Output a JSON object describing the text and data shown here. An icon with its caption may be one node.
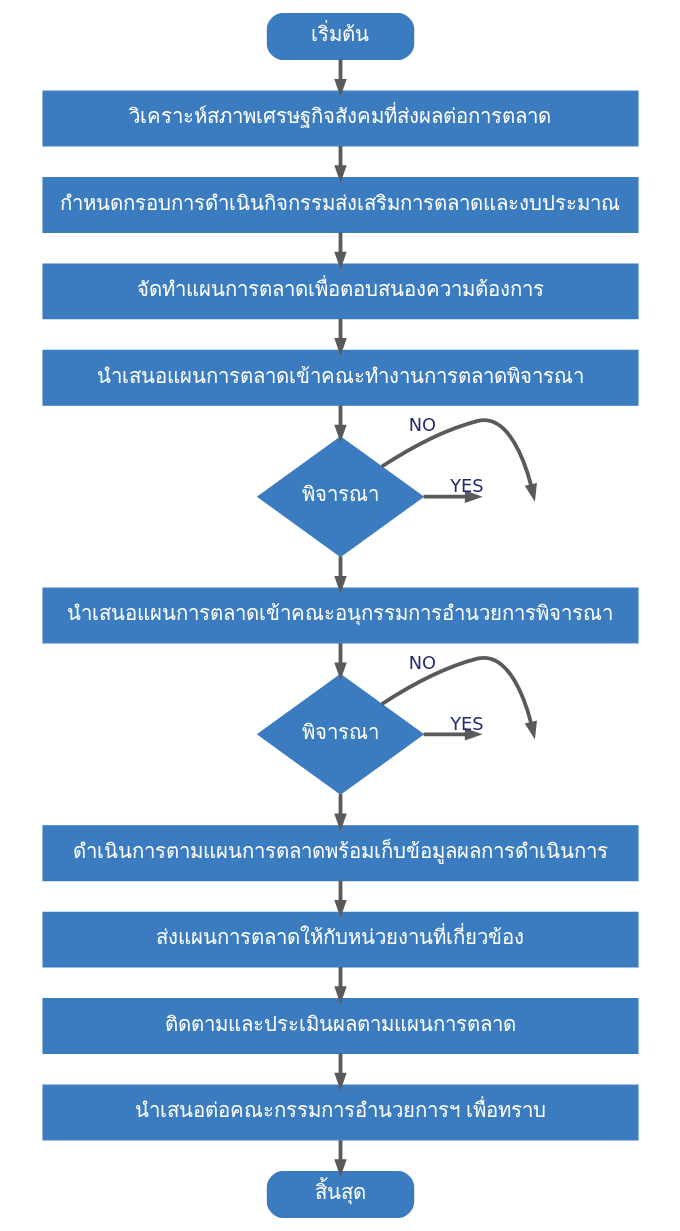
{
  "diagram": {
    "nodes": [
      {
        "text": [
          "เริ่มต้น"
        ]
      },
      {
        "text": [
          "วิเคราะห์สภาพเศรษฐกิจสังคมที่ส่งผลต่อการตลาด"
        ]
      },
      {
        "text": [
          "กำหนดกรอบการดำเนินกิจกรรมส่งเสริมการตลาดและงบประมาณ"
        ]
      },
      {
        "text": [
          "จัดทำแผนการตลาดเพื่อตอบสนองความต้องการ"
        ]
      },
      {
        "text": [
          "นำเสนอแผนการตลาดเข้าคณะทำงานการตลาดพิจารณา"
        ]
      },
      {
        "text": [
          "พิจารณา"
        ]
      },
      {
        "text": [
          "นำเสนอแผนการตลาดเข้าคณะอนุกรรมการอำนวยการพิจารณา"
        ]
      },
      {
        "text": [
          "พิจารณา"
        ]
      },
      {
        "text": [
          "ดำเนินการตามแผนการตลาดพร้อมเก็บข้อมูลผลการดำเนินการ"
        ]
      },
      {
        "text": [
          "ส่งแผนการตลาดให้กับหน่วยงานที่เกี่ยวข้อง"
        ]
      },
      {
        "text": [
          "ติดตามและประเมินผลตามแผนการตลาด"
        ]
      },
      {
        "text": [
          "นำเสนอต่อคณะกรรมการอำนวยการฯ เพื่อทราบ"
        ]
      },
      {
        "text": [
          "สิ้นสุด"
        ]
      }
    ],
    "edges": [
      {
        "from": 0,
        "to": 1,
        "arrow": "to"
      },
      {
        "from": 1,
        "to": 2,
        "arrow": "to"
      },
      {
        "from": 2,
        "to": 3,
        "arrow": "to"
      },
      {
        "from": 3,
        "to": 4,
        "arrow": "to"
      },
      {
        "from": 4,
        "to": 5,
        "arrow": "to"
      },
      {
        "from": 5,
        "to": null,
        "arrow": "to",
        "label": "NO"
      },
      {
        "from": 5,
        "to": null,
        "arrow": "to",
        "label": "YES"
      },
      {
        "from": 5,
        "to": 6,
        "arrow": "to"
      },
      {
        "from": 6,
        "to": 7,
        "arrow": "to"
      },
      {
        "from": 7,
        "to": null,
        "arrow": "to",
        "label": "NO"
      },
      {
        "from": 7,
        "to": null,
        "arrow": "to",
        "label": "YES"
      },
      {
        "from": 7,
        "to": 8,
        "arrow": "to"
      },
      {
        "from": 8,
        "to": 9,
        "arrow": "to"
      },
      {
        "from": 9,
        "to": 10,
        "arrow": "to"
      },
      {
        "from": 10,
        "to": 11,
        "arrow": "to"
      },
      {
        "from": 11,
        "to": 12,
        "arrow": "to"
      }
    ]
  }
}
